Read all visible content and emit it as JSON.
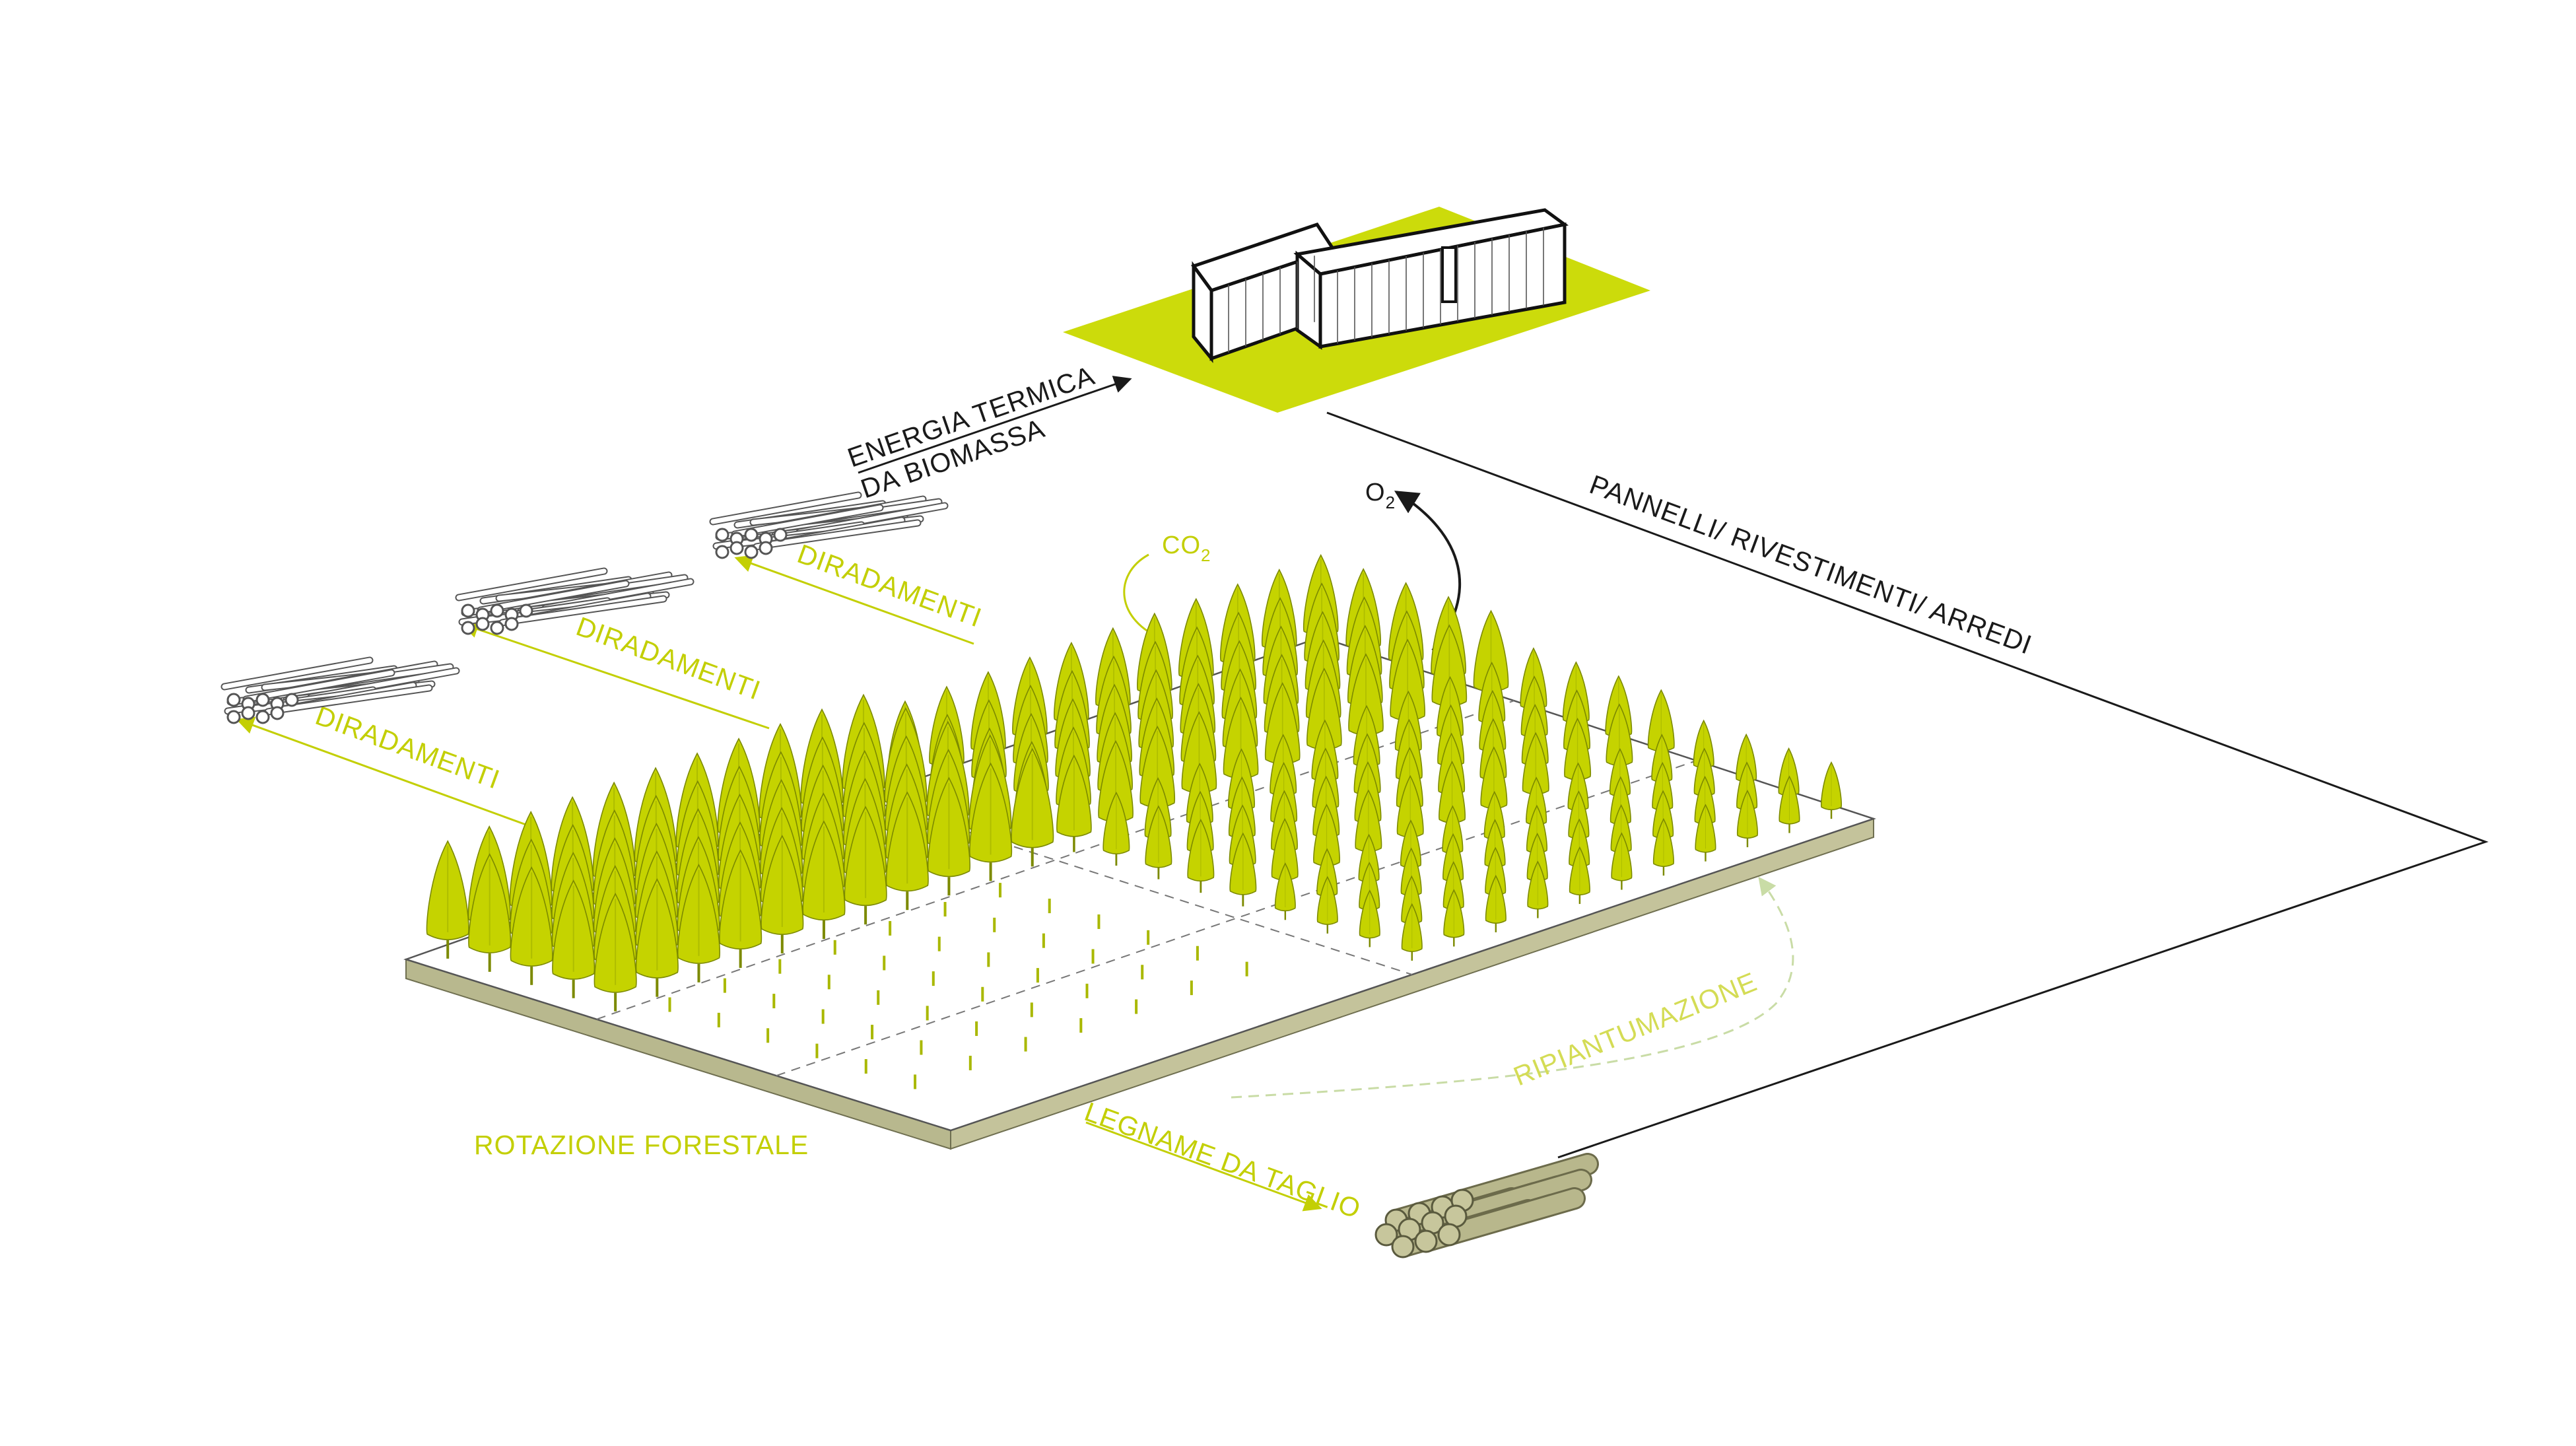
{
  "labels": {
    "energia_line1": "ENERGIA TERMICA",
    "energia_line2": "DA BIOMASSA",
    "pannelli": "PANNELLI/ RIVESTIMENTI/ ARREDI",
    "o2_main": "O",
    "o2_sub": "2",
    "co2_main": "CO",
    "co2_sub": "2",
    "diradamenti_1": "DIRADAMENTI",
    "diradamenti_2": "DIRADAMENTI",
    "diradamenti_3": "DIRADAMENTI",
    "ripiantumazione": "RIPIANTUMAZIONE",
    "legname": "LEGNAME DA TAGLIO",
    "rotazione": "ROTAZIONE FORESTALE"
  },
  "colors": {
    "accent_green": "#c3cf04",
    "tree_fill": "#c5d300",
    "tree_stroke": "#7c8a00",
    "platform_side": "#b8b88e",
    "log_fill": "#b8b78c",
    "line_black": "#1a1a1a"
  },
  "icons": {
    "building": "building-icon",
    "branch_bundle": "branch-bundle-icon",
    "log_pile": "log-pile-icon",
    "tree": "conifer-tree-icon"
  }
}
